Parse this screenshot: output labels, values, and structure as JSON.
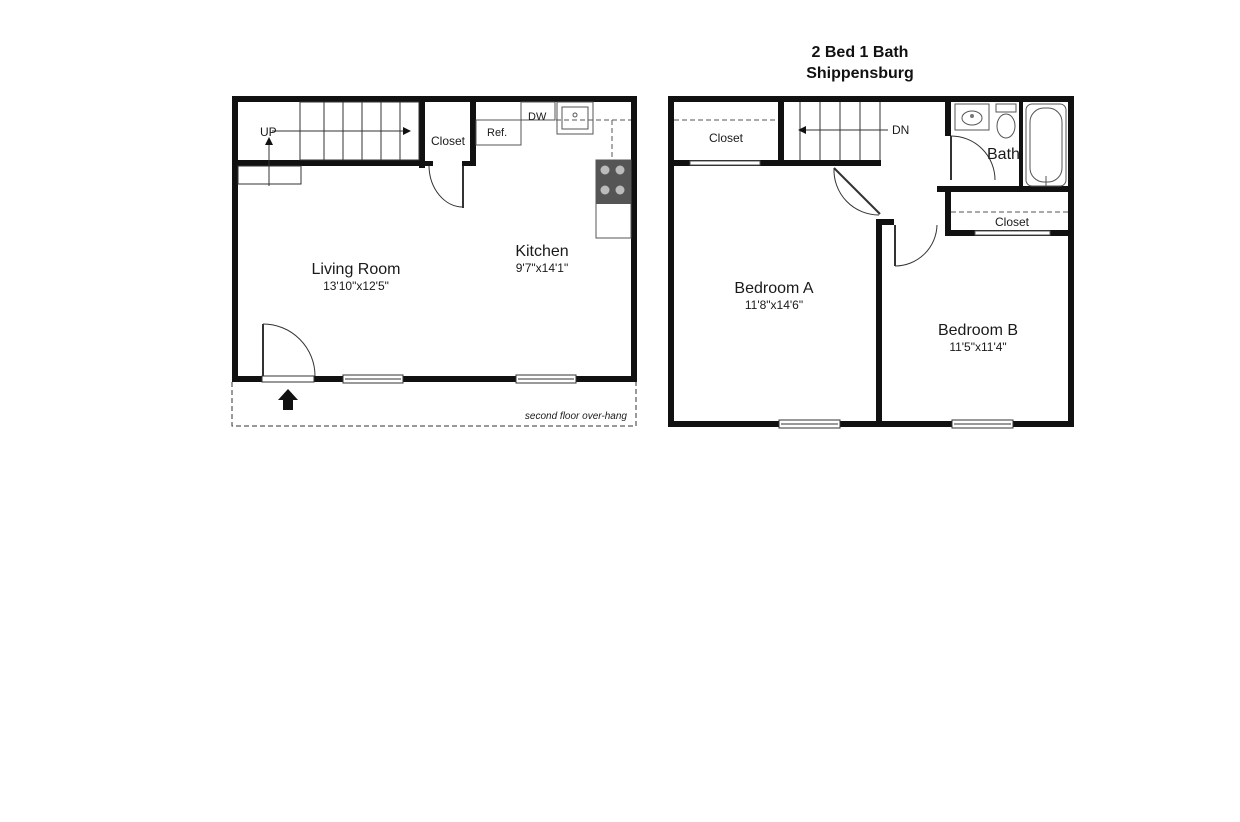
{
  "title": {
    "line1": "2 Bed 1 Bath",
    "line2": "Shippensburg"
  },
  "colors": {
    "wall": "#111111",
    "fixture": "#666666",
    "text": "#1a1a1a"
  },
  "first_floor": {
    "living_room": {
      "name": "Living Room",
      "dims": "13'10\"x12'5\""
    },
    "kitchen": {
      "name": "Kitchen",
      "dims": "9'7\"x14'1\""
    },
    "closet": "Closet",
    "refrigerator": "Ref.",
    "dishwasher": "DW",
    "stairs": "UP",
    "overhang_note": "second floor over-hang"
  },
  "second_floor": {
    "bedroom_a": {
      "name": "Bedroom A",
      "dims": "11'8\"x14'6\""
    },
    "bedroom_b": {
      "name": "Bedroom B",
      "dims": "11'5\"x11'4\""
    },
    "bath": "Bath",
    "closet_left": "Closet",
    "closet_right": "Closet",
    "stairs": "DN"
  }
}
